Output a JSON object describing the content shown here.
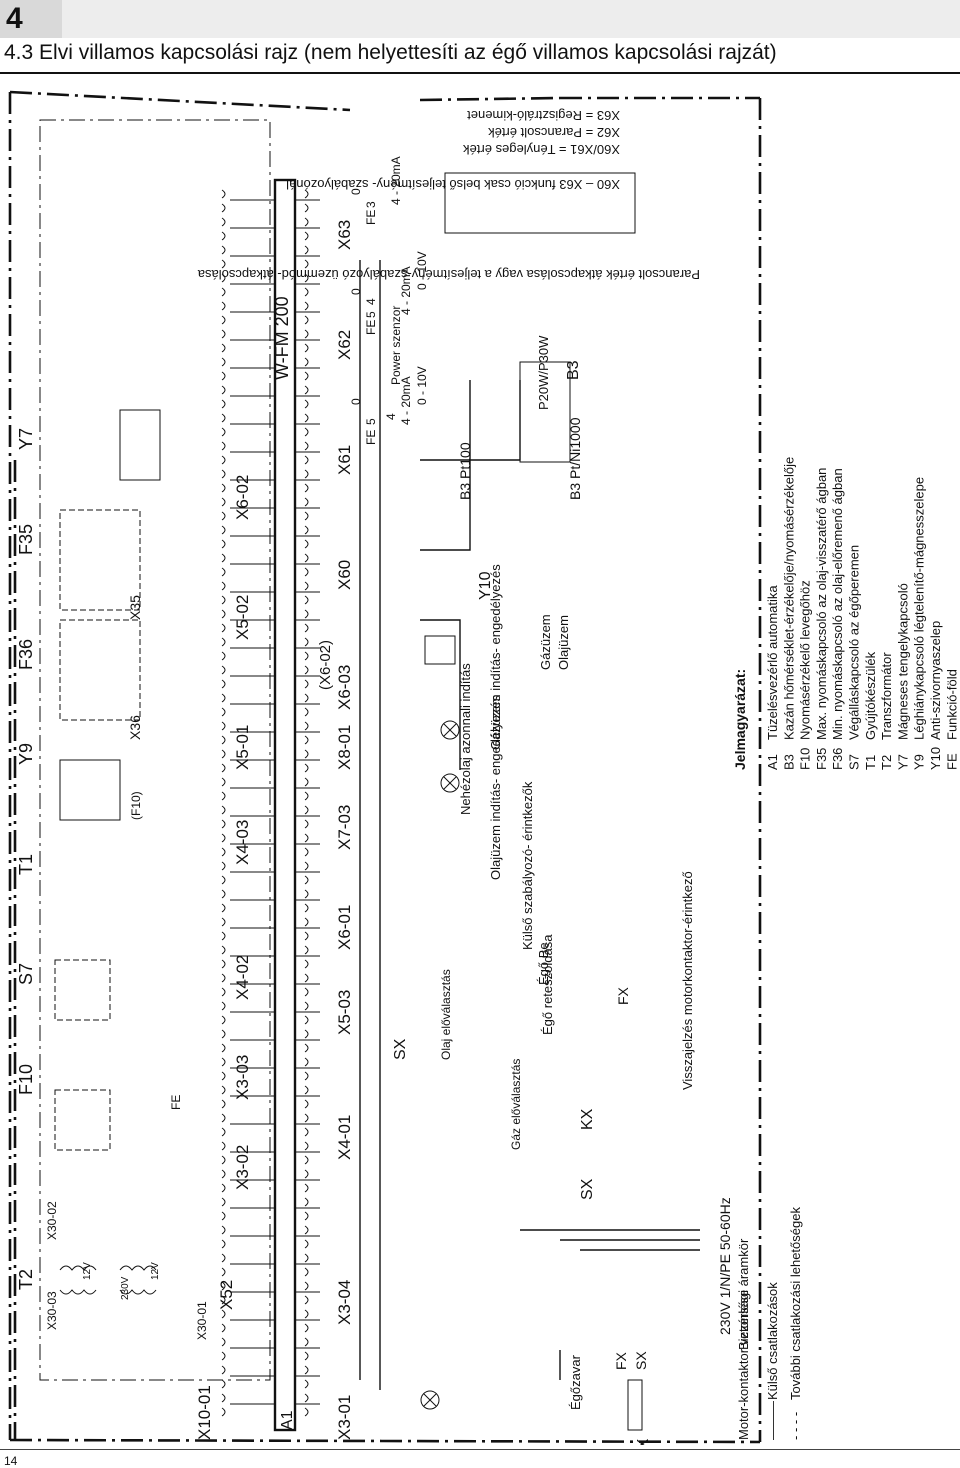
{
  "header": {
    "chapter": "4",
    "title": "4.3 Elvi villamos kapcsolási rajz (nem helyettesíti az égő villamos kapcsolási rajzát)",
    "page_number": "14"
  },
  "components_top": [
    "T2",
    "F10",
    "S7",
    "T1",
    "Y9",
    "F36",
    "F35",
    "Y7"
  ],
  "terminal_blocks": [
    "X10-01",
    "X52",
    "X3-02",
    "X3-03",
    "X4-02",
    "X4-03",
    "X5-01",
    "X5-02",
    "X6-02"
  ],
  "lower_blocks": [
    "X3-01",
    "X3-04",
    "X4-01",
    "X5-03",
    "X6-01",
    "X7-03",
    "X8-01",
    "X6-03",
    "(X6-02)",
    "X60",
    "X61",
    "X62",
    "X63"
  ],
  "board_labels": [
    "A1",
    "W-FM 200"
  ],
  "transformer": {
    "x30_03": "X30-03",
    "x30_02": "X30-02",
    "x30_01": "X30-01",
    "v12a": "12V",
    "v12b": "12V",
    "v230": "230V"
  },
  "fe_label": "FE",
  "f10_label": "(F10)",
  "x36": "X36",
  "x35": "X35",
  "io_labels": {
    "x61": [
      "FE",
      "5",
      "4",
      "0",
      "4 - 20mA",
      "0 - 10V"
    ],
    "x62": [
      "FE",
      "5",
      "4",
      "0",
      "4 - 20mA",
      "0 - 10V"
    ],
    "x63": [
      "FE",
      "3",
      "0",
      "4 - 20mA"
    ],
    "power_sensor": "Power szenzor"
  },
  "signal_labels": {
    "motor_contactor": "Motor-kontaktor vezérlése",
    "flame_fault": "Égőzavar",
    "safety_circuit": "Biztonsági áramkör",
    "supply": "230V 1/N/PE 50-60Hz",
    "gas": "Gáz előválasztás",
    "oil": "Olaj előválasztás",
    "feedback": "Visszajelzés motorkontaktor-érintkező",
    "burner_lock": "Égő reteszoldása",
    "burner_on": "Égő Be",
    "ext_controller": "Külső szabályozó- érintkezők",
    "oil_start": "Olajüzem indítás- engedélyezés",
    "heavy_oil": "Nehézolaj azonnali indítás",
    "gas_start": "Gázüzem indítás- engedélyezés",
    "gas_mode": "Gázüzem",
    "oil_mode": "Olajüzem",
    "kx": "KX",
    "sx": "SX",
    "fx": "FX",
    "b3_pt100": "B3 Pt100",
    "b3_ptni": "B3 Pt/Ni1000",
    "b3_p20w": "P20W/P30W",
    "b3": "B3",
    "y10": "Y10"
  },
  "notes": {
    "x60_x63": "X60 – X63 funkció csak belső teljesítmény- szabályozónál",
    "switchover": "Parancsolt érték átkapcsolása vagy a teljesítmény-szabályozó üzemmód- átkapcsolása",
    "x60x61": "X60/X61 = Tényleges érték",
    "x62": "X62 = Parancsolt érték",
    "x63": "X63 = Regisztráló-kimenet"
  },
  "line_legend": [
    {
      "symbol": "———",
      "text": "Külső csatlakozások"
    },
    {
      "symbol": "- - - -",
      "text": "További csatlakozási lehetőségek"
    }
  ],
  "legend": {
    "title": "Jelmagyarázat:",
    "items": [
      {
        "code": "A1",
        "text": "Tüzelésvezérlő automatika"
      },
      {
        "code": "B3",
        "text": "Kazán hőmérséklet-érzékelője/nyomásérzékelője"
      },
      {
        "code": "F10",
        "text": "Nyomásérzékelő levegőhöz"
      },
      {
        "code": "F35",
        "text": "Max. nyomáskapcsoló az olaj-visszatérő ágban"
      },
      {
        "code": "F36",
        "text": "Min. nyomáskapcsoló az olaj-előremenő ágban"
      },
      {
        "code": "S7",
        "text": "Végálláskapcsoló az égőperemen"
      },
      {
        "code": "T1",
        "text": "Gyújtókészülék"
      },
      {
        "code": "T2",
        "text": "Transzformátor"
      },
      {
        "code": "Y7",
        "text": "Mágneses tengelykapcsoló"
      },
      {
        "code": "Y9",
        "text": "Léghiánykapcsoló légtelenítő-mágnesszelepe"
      },
      {
        "code": "Y10",
        "text": "Anti-szivornyaszelep"
      },
      {
        "code": "FE",
        "text": "Funkció-föld"
      }
    ]
  }
}
